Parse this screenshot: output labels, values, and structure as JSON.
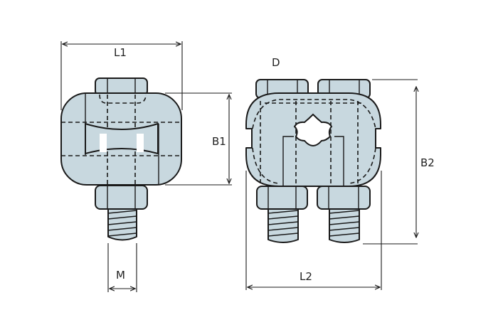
{
  "labels": {
    "L1": "L1",
    "B1": "B1",
    "M": "M",
    "D": "D",
    "B2": "B2",
    "L2": "L2"
  },
  "colors": {
    "part_fill": "#c8d8df",
    "line": "#1a1a1a"
  }
}
